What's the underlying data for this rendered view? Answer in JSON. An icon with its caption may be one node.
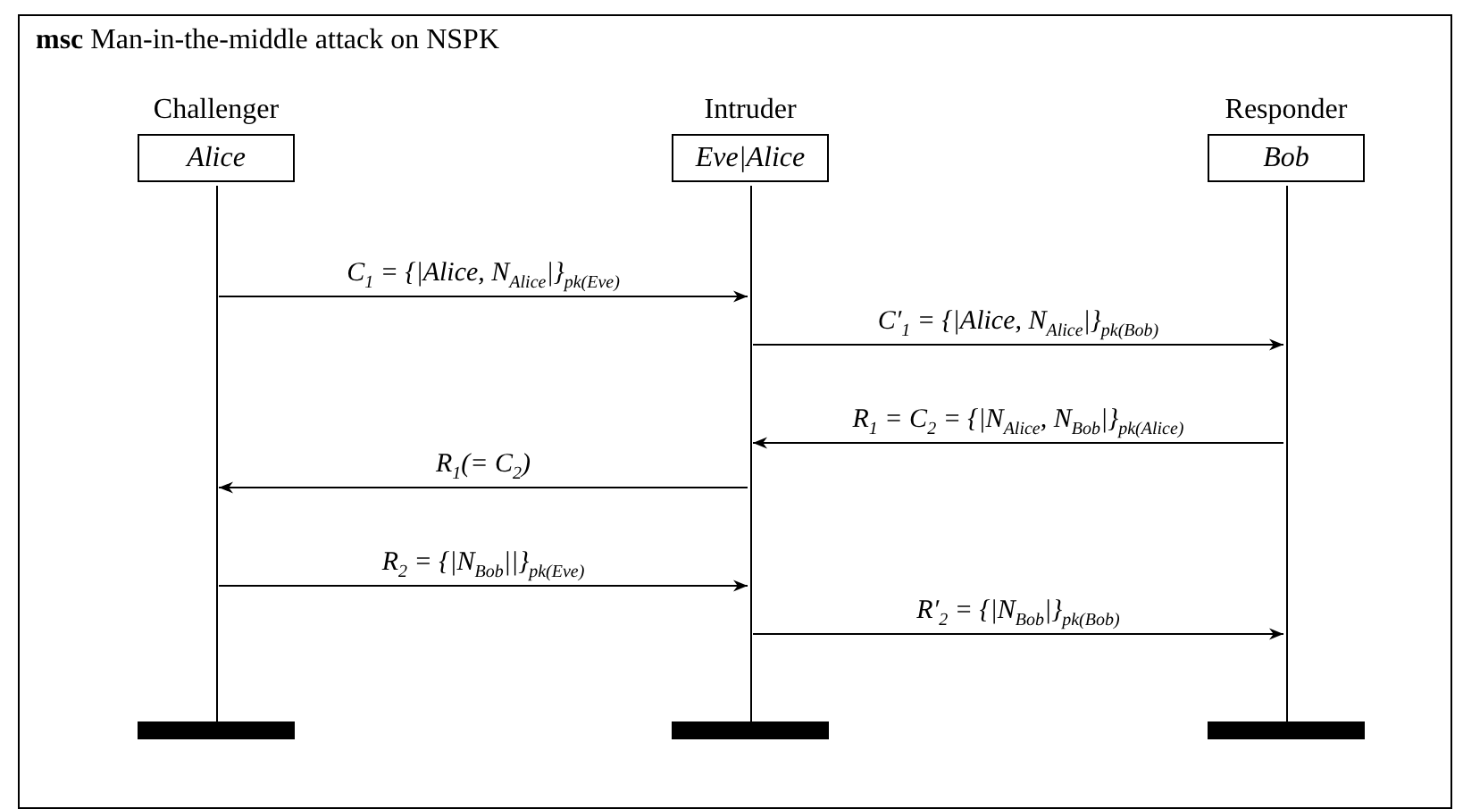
{
  "diagram": {
    "title": "**msc** Man-in-the-middle attack on NSPK",
    "nodes": [
      {
        "text": [
          "Challenger",
          "Alice"
        ]
      },
      {
        "text": [
          "Intruder",
          "Eve|Alice"
        ]
      },
      {
        "text": [
          "Responder",
          "Bob"
        ]
      },
      {
        "text": [],
        "shape": "line"
      },
      {
        "text": [],
        "shape": "line"
      },
      {
        "text": [],
        "shape": "line"
      },
      {
        "text": [],
        "shape": "bar"
      },
      {
        "text": [],
        "shape": "bar"
      },
      {
        "text": [],
        "shape": "bar"
      }
    ],
    "edges": [
      {
        "from": 3,
        "to": 4,
        "arrow": "to",
        "label": "C$_{1}$ = {|Alice, N$_{Alice}$|}$_{pk(Eve)}$"
      },
      {
        "from": 4,
        "to": 5,
        "arrow": "to",
        "label": "C′$_{1}$ = {|Alice, N$_{Alice}$|}$_{pk(Bob)}$"
      },
      {
        "from": 5,
        "to": 4,
        "arrow": "to",
        "label": "R$_{1}$ = C$_{2}$ = {|N$_{Alice}$, N$_{Bob}$|}$_{pk(Alice)}$"
      },
      {
        "from": 4,
        "to": 3,
        "arrow": "to",
        "label": "R$_{1}$(= C$_{2}$)"
      },
      {
        "from": 3,
        "to": 4,
        "arrow": "to",
        "label": "R$_{2}$ = {|N$_{Bob}$||}$_{pk(Eve)}$"
      },
      {
        "from": 4,
        "to": 5,
        "arrow": "to",
        "label": "R′$_{2}$ = {|N$_{Bob}$|}$_{pk(Bob)}$"
      }
    ]
  }
}
